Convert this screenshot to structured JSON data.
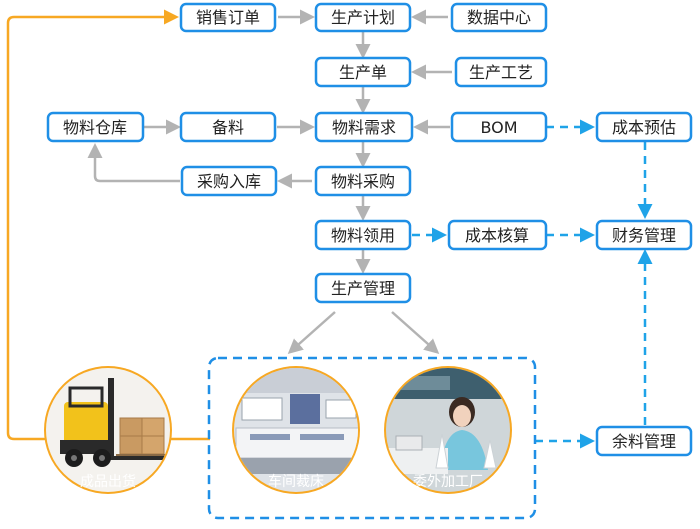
{
  "nodes": {
    "sales_order": "销售订单",
    "production_plan": "生产计划",
    "data_center": "数据中心",
    "production_order": "生产单",
    "production_process": "生产工艺",
    "material_warehouse": "物料仓库",
    "material_prep": "备料",
    "material_demand": "物料需求",
    "bom": "BOM",
    "cost_estimate": "成本预估",
    "purchase_inbound": "采购入库",
    "material_purchase": "物料采购",
    "material_requisition": "物料领用",
    "cost_accounting": "成本核算",
    "finance_management": "财务管理",
    "production_management": "生产管理",
    "surplus_management": "余料管理"
  },
  "photos": {
    "finished_goods": "成品出货",
    "workshop_cutting": "车间裁床",
    "outsourced_processing": "委外加工厂"
  },
  "colors": {
    "box_stroke": "#1f8fe6",
    "gray_arrow": "#b3b3b3",
    "blue_dash": "#1fa3e8",
    "orange": "#f7a823"
  }
}
